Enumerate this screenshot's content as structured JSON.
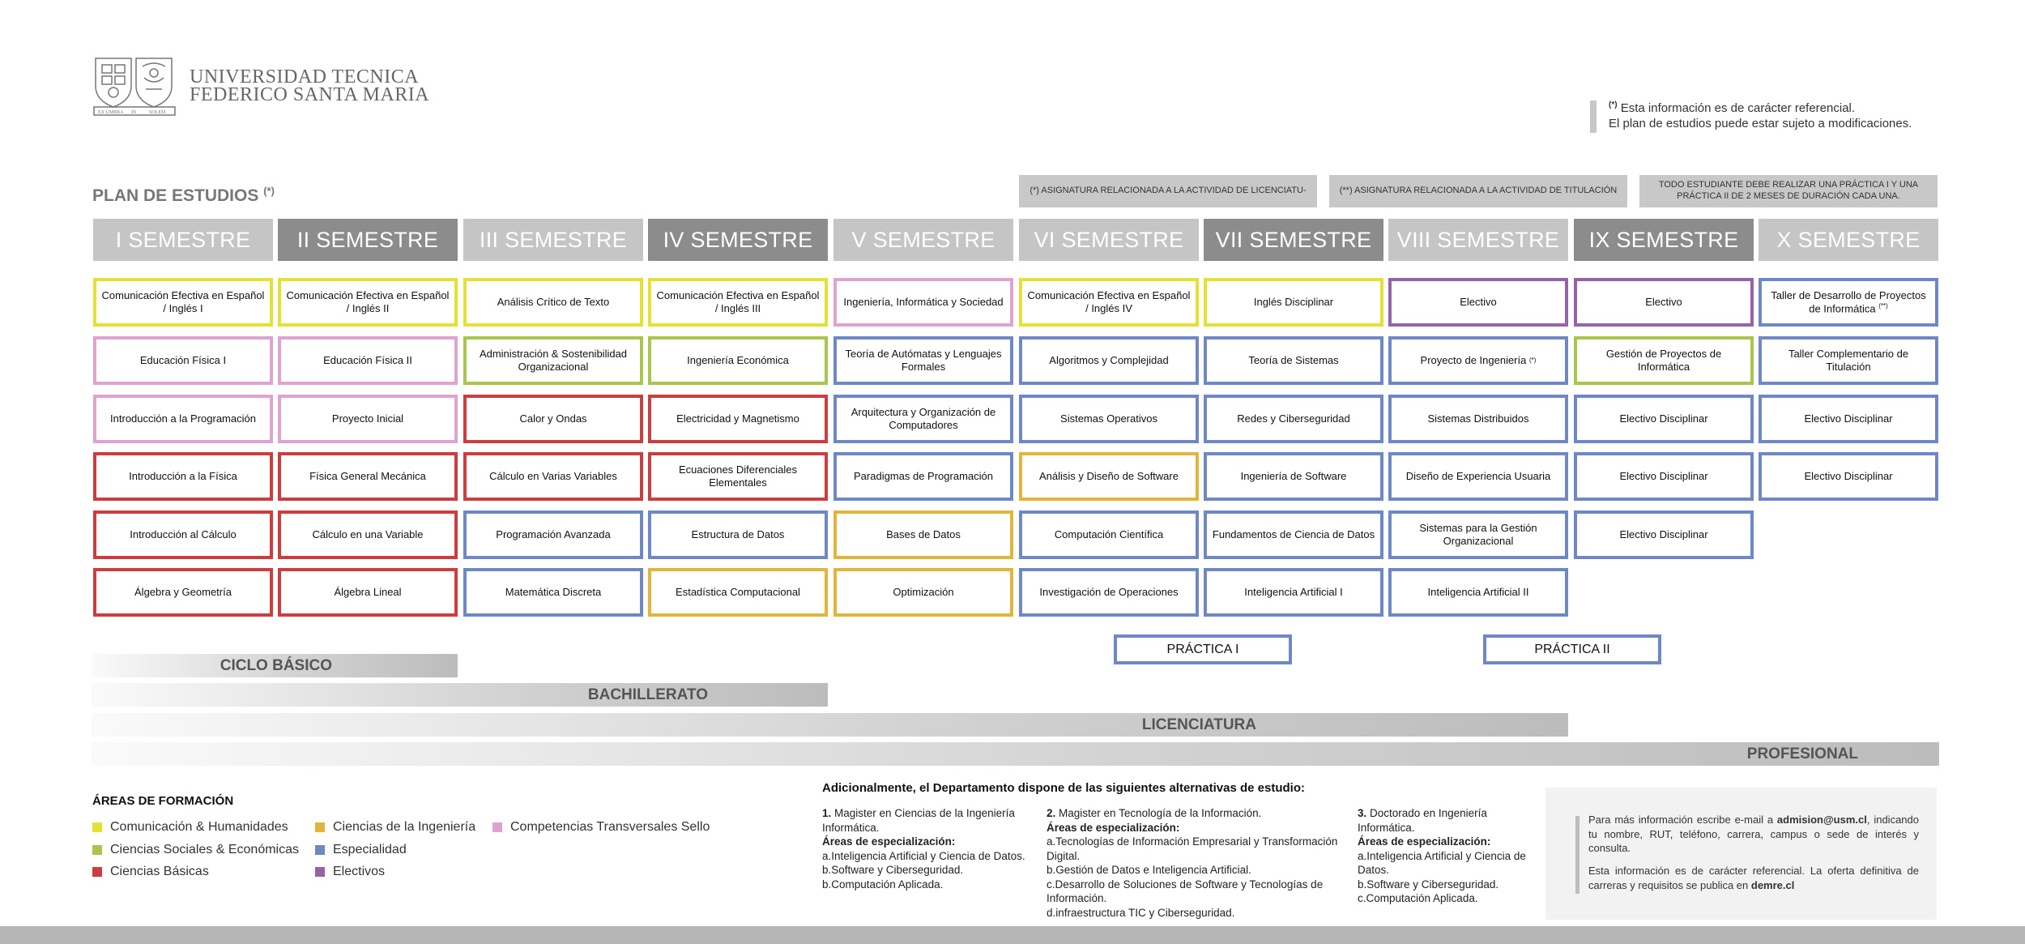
{
  "header": {
    "university_line1": "UNIVERSIDAD TECNICA",
    "university_line2": "FEDERICO SANTA MARIA",
    "logo_motto_left": "EX UMBRA",
    "logo_motto_mid": "IN",
    "logo_motto_right": "SOLEM"
  },
  "note": {
    "marker": "(*)",
    "line1": "Esta información es de carácter referencial.",
    "line2": "El plan de estudios puede estar sujeto a modificaciones."
  },
  "plan_title": "PLAN DE ESTUDIOS",
  "plan_title_mark": "(*)",
  "legend_boxes": [
    "(*) ASIGNATURA RELACIONADA A LA ACTIVIDAD DE LICENCIATU-",
    "(**) ASIGNATURA RELACIONADA A LA ACTIVIDAD DE TITULACIÓN",
    "TODO ESTUDIANTE DEBE REALIZAR UNA PRÁCTICA I Y UNA PRÁCTICA II DE 2 MESES DE DURACIÓN CADA UNA."
  ],
  "semesters": [
    "I SEMESTRE",
    "II SEMESTRE",
    "III SEMESTRE",
    "IV SEMESTRE",
    "V SEMESTRE",
    "VI SEMESTRE",
    "VII SEMESTRE",
    "VIII SEMESTRE",
    "IX SEMESTRE",
    "X SEMESTRE"
  ],
  "courses": [
    [
      "Comunicación Efectiva en Español / Inglés I",
      "Educación Física I",
      "Introducción a la Programación",
      "Introducción a la Física",
      "Introducción al Cálculo",
      "Álgebra y Geometría"
    ],
    [
      "Comunicación Efectiva en Español / Inglés II",
      "Educación Física II",
      "Proyecto Inicial",
      "Física General Mecánica",
      "Cálculo en una Variable",
      "Álgebra Lineal"
    ],
    [
      "Análisis Crítico de Texto",
      "Administración & Sostenibilidad Organizacional",
      "Calor y Ondas",
      "Cálculo en Varias Variables",
      "Programación Avanzada",
      "Matemática Discreta"
    ],
    [
      "Comunicación Efectiva en Español / Inglés III",
      "Ingeniería Económica",
      "Electricidad y Magnetismo",
      "Ecuaciones Diferenciales Elementales",
      "Estructura de Datos",
      "Estadística Computacional"
    ],
    [
      "Ingeniería, Informática y Sociedad",
      "Teoría de Autómatas y Lenguajes Formales",
      "Arquitectura y Organización de Computadores",
      "Paradigmas de Programación",
      "Bases de Datos",
      "Optimización"
    ],
    [
      "Comunicación Efectiva en Español / Inglés IV",
      "Algoritmos y Complejidad",
      "Sistemas Operativos",
      "Análisis y Diseño de Software",
      "Computación Científica",
      "Investigación de Operaciones"
    ],
    [
      "Inglés Disciplinar",
      "Teoría de Sistemas",
      "Redes y Ciberseguridad",
      "Ingeniería de Software",
      "Fundamentos de Ciencia de Datos",
      "Inteligencia Artificial I"
    ],
    [
      "Electivo",
      "Proyecto de Ingeniería",
      "Sistemas Distribuidos",
      "Diseño de Experiencia Usuaria",
      "Sistemas para la Gestión Organizacional",
      "Inteligencia Artificial II"
    ],
    [
      "Electivo",
      "Gestión de Proyectos de Informática",
      "Electivo Disciplinar",
      "Electivo Disciplinar",
      "Electivo Disciplinar"
    ],
    [
      "Taller de Desarrollo de Proyectos de Informática",
      "Taller Complementario de Titulación",
      "Electivo Disciplinar",
      "Electivo Disciplinar"
    ]
  ],
  "course_marks": {
    "proyecto_ingenieria": "(*)",
    "taller_desarrollo": "(**)"
  },
  "practicas": [
    "PRÁCTICA I",
    "PRÁCTICA II"
  ],
  "cycles": [
    "CICLO BÁSICO",
    "BACHILLERATO",
    "LICENCIATURA",
    "PROFESIONAL"
  ],
  "areas": {
    "title": "ÁREAS DE FORMACIÓN",
    "items": [
      {
        "label": "Comunicación & Humanidades",
        "color": "#e3e234"
      },
      {
        "label": "Ciencias Sociales & Económicas",
        "color": "#a7c64b"
      },
      {
        "label": "Ciencias Básicas",
        "color": "#cc3d3f"
      },
      {
        "label": "Ciencias de la Ingeniería",
        "color": "#e2b43b"
      },
      {
        "label": "Especialidad",
        "color": "#6e88c6"
      },
      {
        "label": "Electivos",
        "color": "#9763a8"
      },
      {
        "label": "Competencias Transversales Sello",
        "color": "#dfa3cf"
      }
    ]
  },
  "additional": {
    "title": "Adicionalmente, el Departamento dispone de las siguientes alternativas de estudio:",
    "programs": [
      {
        "num": "1.",
        "name": "Magister en Ciencias de la Ingeniería Informática.",
        "spec_title": "Áreas de especialización:",
        "specs": [
          "a.Inteligencia Artificial y Ciencia de Datos.",
          "b.Software y Ciberseguridad.",
          "b.Computación Aplicada."
        ]
      },
      {
        "num": "2.",
        "name": "Magister en Tecnología de la Información.",
        "spec_title": "Áreas de especialización:",
        "specs": [
          "a.Tecnologías de Información Empresarial y Transformación Digital.",
          "b.Gestión de Datos e Inteligencia Artificial.",
          "c.Desarrollo de Soluciones de Software y Tecnologías de Información.",
          "d.infraestructura TIC y Ciberseguridad."
        ]
      },
      {
        "num": "3.",
        "name": "Doctorado en Ingeniería Informática.",
        "spec_title": "Áreas de especialización:",
        "specs": [
          "a.Inteligencia Artificial y Ciencia de Datos.",
          "b.Software y Ciberseguridad.",
          "c.Computación Aplicada."
        ]
      }
    ]
  },
  "info": {
    "p1_pre": "Para más información escribe e-mail a ",
    "email": "admision@usm.cl",
    "p1_post": ", indicando tu nombre, RUT, teléfono, carrera, campus o sede de interés y consulta.",
    "p2_pre": "Esta información es de carácter referencial. La oferta definitiva de carreras y requisitos se publica en ",
    "site": "demre.cl"
  }
}
